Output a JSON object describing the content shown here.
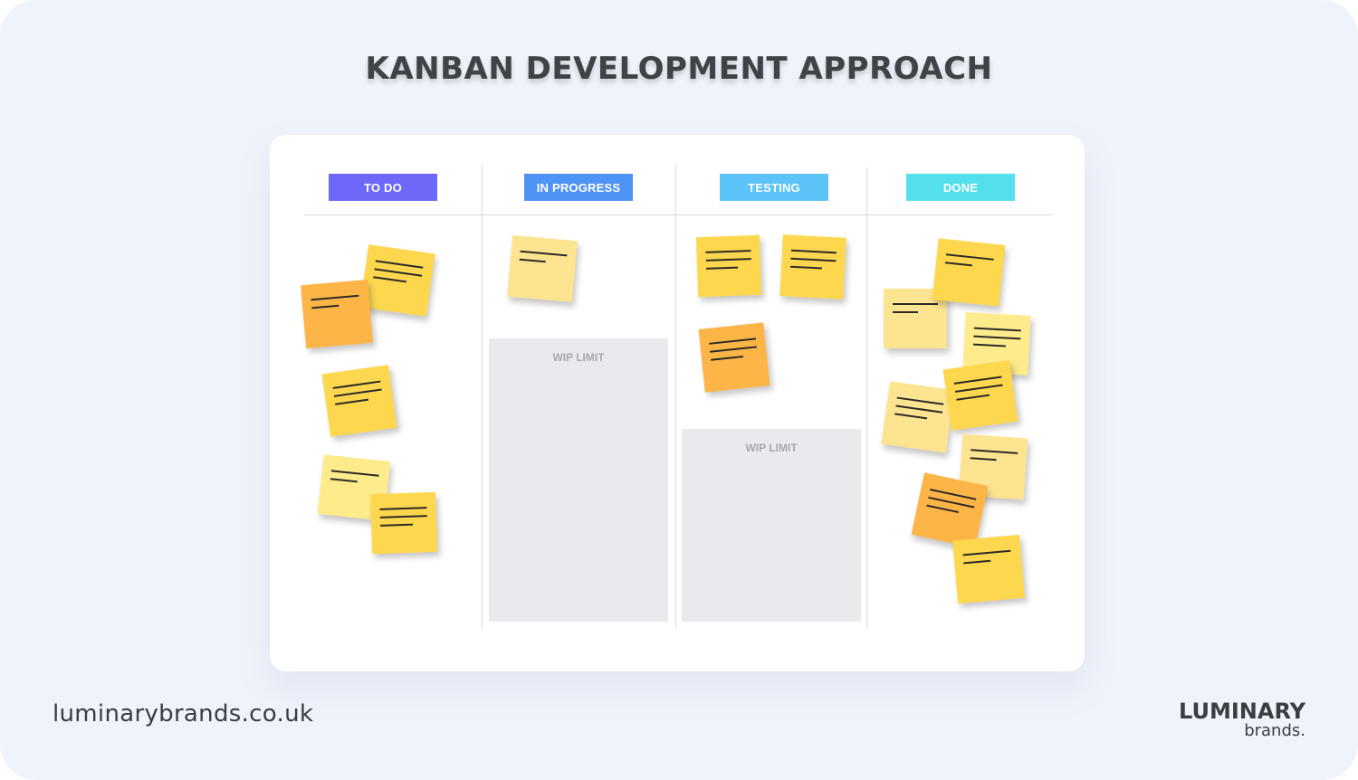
{
  "title": "KANBAN DEVELOPMENT APPROACH",
  "columns": [
    {
      "label": "TO DO",
      "color": "#6d68f7"
    },
    {
      "label": "IN PROGRESS",
      "color": "#4f93f5"
    },
    {
      "label": "TESTING",
      "color": "#5bc3f7"
    },
    {
      "label": "DONE",
      "color": "#53dfeb"
    }
  ],
  "wip_limits": [
    "WIP LIMIT",
    "WIP LIMIT"
  ],
  "note_colors": {
    "pale": "#fde491",
    "yellow": "#fdd84f",
    "orange": "#fdb547",
    "lemon": "#fdeb8c"
  },
  "footer": {
    "url": "luminarybrands.co.uk",
    "logo_top": "LUMINARY",
    "logo_bottom": "brands."
  }
}
